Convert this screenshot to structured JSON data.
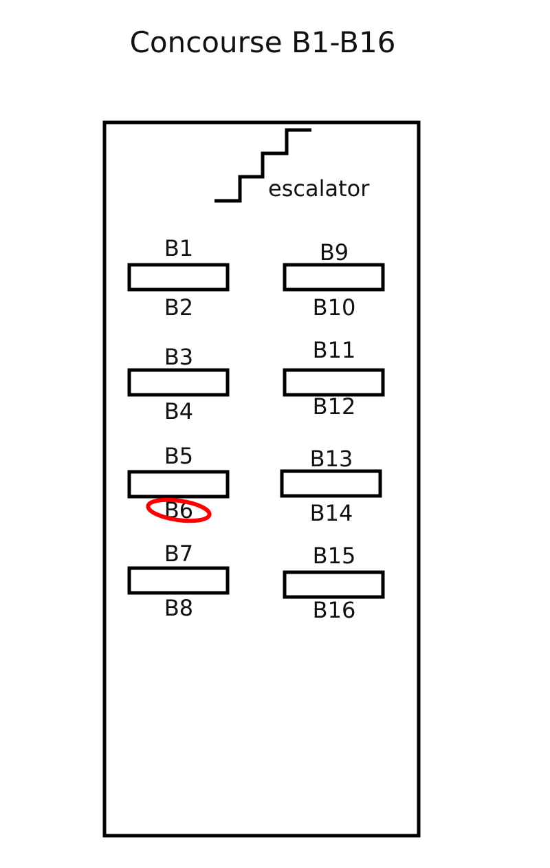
{
  "title": "Concourse B1-B16",
  "escalator_label": "escalator",
  "colors": {
    "line": "#000000",
    "highlight": "#ff0000"
  },
  "highlighted_gate": "B6",
  "gates": {
    "g1": {
      "top": "B1",
      "bottom": "B2"
    },
    "g2": {
      "top": "B3",
      "bottom": "B4"
    },
    "g3": {
      "top": "B5",
      "bottom": "B6"
    },
    "g4": {
      "top": "B7",
      "bottom": "B8"
    },
    "g5": {
      "top": "B9",
      "bottom": "B10"
    },
    "g6": {
      "top": "B11",
      "bottom": "B12"
    },
    "g7": {
      "top": "B13",
      "bottom": "B14"
    },
    "g8": {
      "top": "B15",
      "bottom": "B16"
    }
  }
}
